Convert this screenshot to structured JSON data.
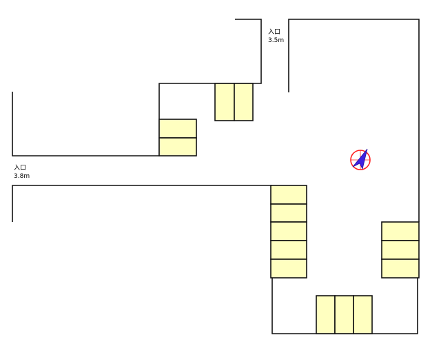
{
  "entrances": [
    {
      "name": "入口",
      "width": "3.5m"
    },
    {
      "name": "入口",
      "width": "3.8m"
    }
  ],
  "colors": {
    "background": "#ffffff",
    "wall": "#111111",
    "space_fill": "#ffffc0",
    "compass_ring": "#ff2020",
    "compass_needle": "#4020e0"
  },
  "icons": [
    "compass-north-icon"
  ]
}
